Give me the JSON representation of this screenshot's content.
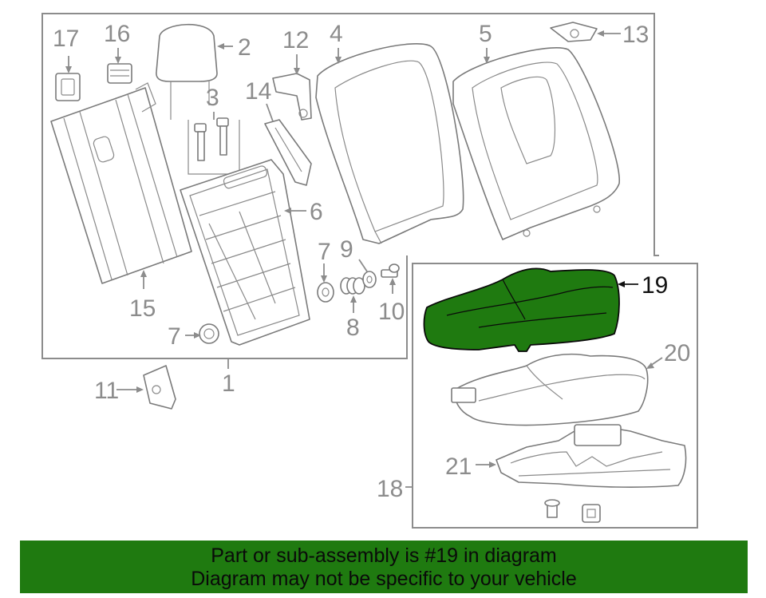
{
  "labels": {
    "p1": "1",
    "p2": "2",
    "p3": "3",
    "p4": "4",
    "p5": "5",
    "p6": "6",
    "p7a": "7",
    "p7b": "7",
    "p8": "8",
    "p9": "9",
    "p10": "10",
    "p11": "11",
    "p12": "12",
    "p13": "13",
    "p14": "14",
    "p15": "15",
    "p16": "16",
    "p17": "17",
    "p18": "18",
    "p19": "19",
    "p20": "20",
    "p21": "21"
  },
  "highlight": {
    "part": "19",
    "color": "#1f7a10"
  },
  "banner": {
    "line1": "Part or sub-assembly is #19 in diagram",
    "line2": "Diagram may not be specific to your vehicle"
  }
}
